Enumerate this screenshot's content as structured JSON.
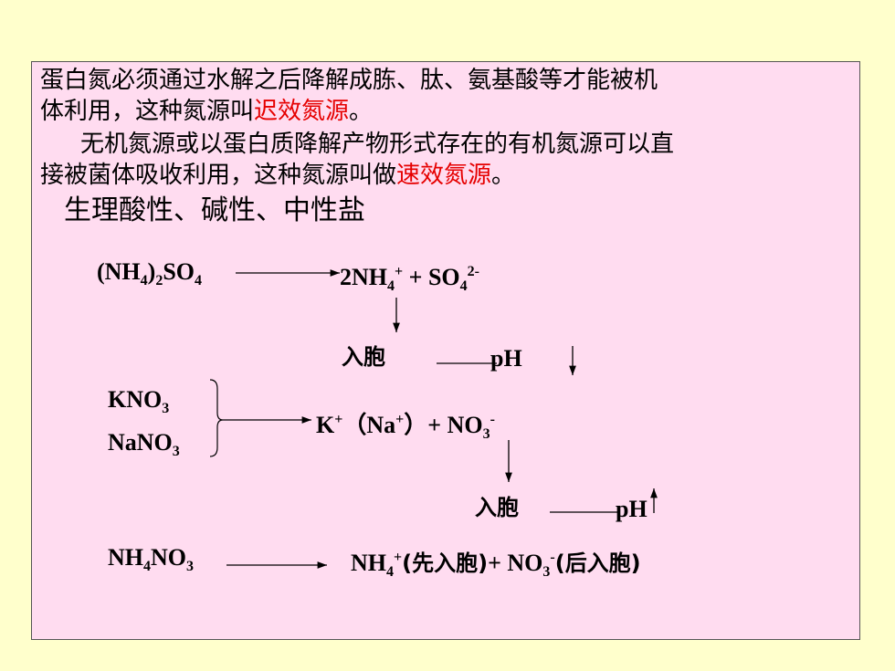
{
  "text": {
    "line1": "蛋白氮必须通过水解之后降解成胨、肽、氨基酸等才能被机",
    "line2_a": "体利用，这种氮源叫",
    "line2_red": "迟效氮源",
    "line2_b": "。",
    "line3": "无机氮源或以蛋白质降解产物形式存在的有机氮源可以直",
    "line4_a": "接被菌体吸收利用，这种氮源叫做",
    "line4_red": "速效氮源",
    "line4_b": "。",
    "heading": "生理酸性、碱性、中性盐"
  },
  "eq1": {
    "left": "(NH",
    "l_sub1": "4",
    "l_mid": ")",
    "l_sub2": "2",
    "l_so": "SO",
    "l_sub3": "4",
    "right_a": "2NH",
    "r_sub1": "4",
    "r_sup1": "+",
    "r_plus": " + SO",
    "r_sub2": "4",
    "r_sup2": "2-"
  },
  "step1": {
    "enter": "入胞",
    "ph": "pH"
  },
  "salts": {
    "kno3_a": "KNO",
    "kno3_sub": "3",
    "nano3_a": "NaNO",
    "nano3_sub": "3",
    "ions_k": "K",
    "ions_k_sup": "+",
    "ions_paren_l": "（",
    "ions_na": "Na",
    "ions_na_sup": "+",
    "ions_paren_r": "）",
    "ions_plus": "+ NO",
    "ions_sub": "3",
    "ions_sup": "-"
  },
  "step2": {
    "enter": "入胞",
    "ph": "pH"
  },
  "eq3": {
    "left_a": "NH",
    "left_sub": "4",
    "left_b": "NO",
    "left_sub2": "3",
    "right_a": "NH",
    "right_sub": "4",
    "right_sup": "+",
    "first": "(先入胞)",
    "right_plus": "+ NO",
    "right_sub2": "3",
    "right_sup2": "-",
    "later": "(后入胞)"
  }
}
